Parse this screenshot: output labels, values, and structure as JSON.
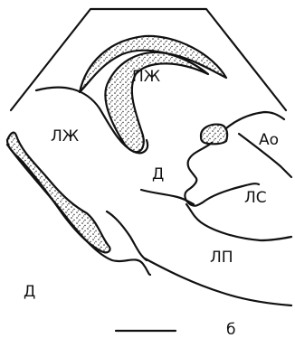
{
  "diagram": {
    "labels": {
      "right_ventricle": "ПЖ",
      "left_ventricle": "ЛЖ",
      "aorta": "Ао",
      "diaphragm_upper": "Д",
      "left_atrium": "ЛС",
      "left_pleura": "ЛП",
      "diaphragm_lower": "Д",
      "panel_letter": "б"
    }
  }
}
